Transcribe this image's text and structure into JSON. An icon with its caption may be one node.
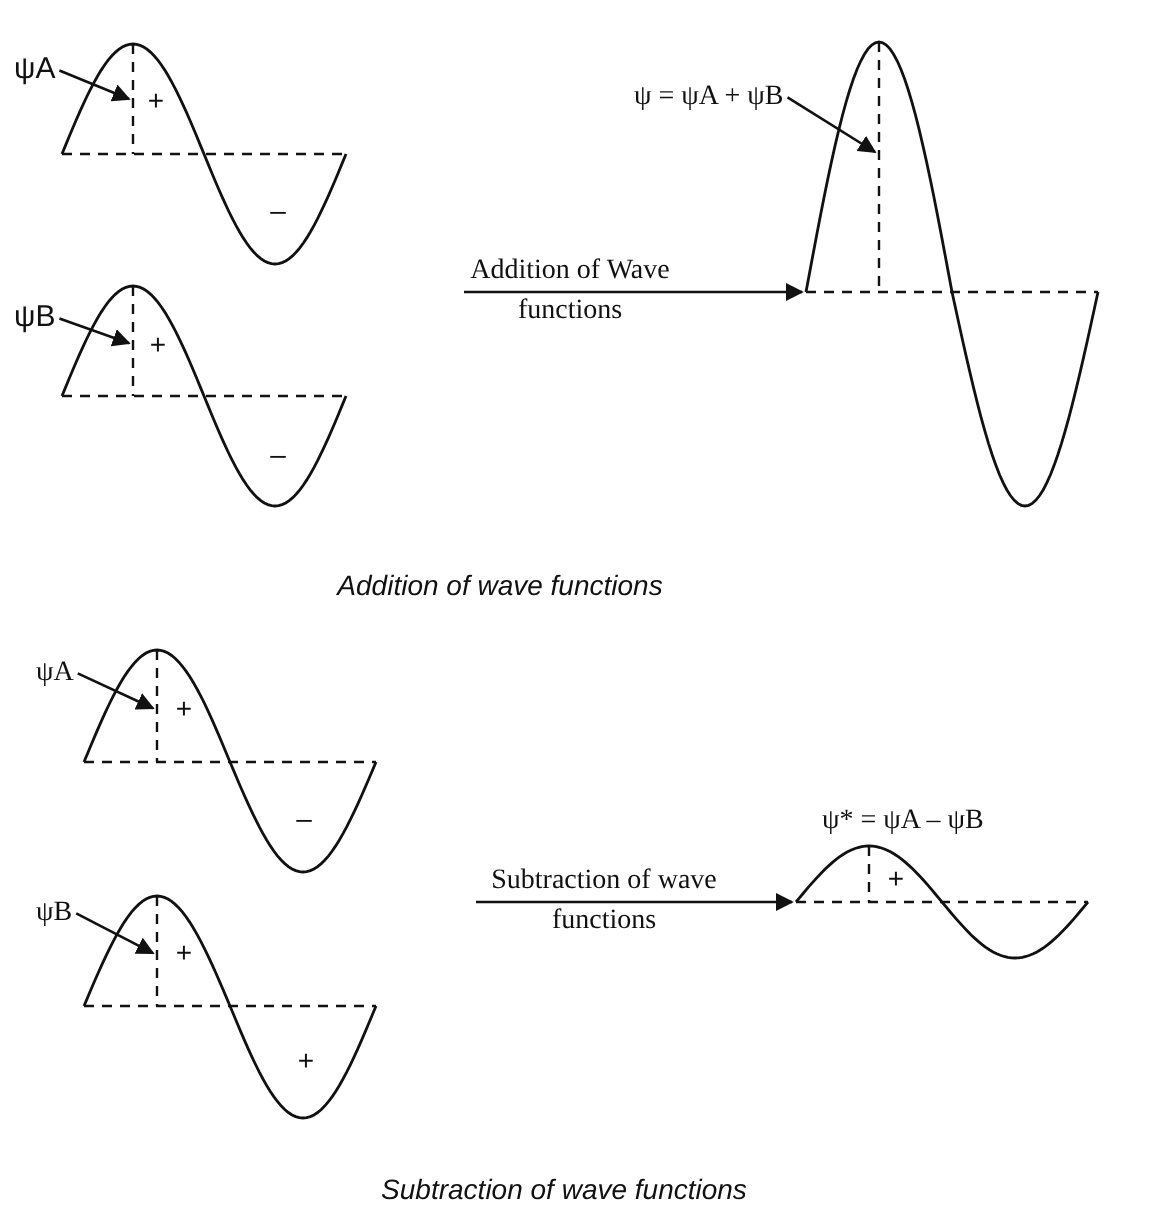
{
  "diagram": {
    "nodes": [
      {
        "text": [
          "ψA"
        ]
      },
      {
        "text": [],
        "shape": "wave"
      },
      {
        "text": [
          "ψB"
        ]
      },
      {
        "text": [],
        "shape": "wave"
      },
      {
        "text": [
          "ψ = ψA + ψB"
        ]
      },
      {
        "text": [],
        "shape": "wave"
      },
      {
        "text": [
          "ψA"
        ]
      },
      {
        "text": [],
        "shape": "wave"
      },
      {
        "text": [
          "ψB"
        ]
      },
      {
        "text": [],
        "shape": "wave"
      },
      {
        "text": [
          "ψ* = ψA – ψB"
        ]
      },
      {
        "text": [],
        "shape": "wave"
      }
    ],
    "edges": [
      {
        "from": 0,
        "to": 1,
        "arrow": "to"
      },
      {
        "from": 2,
        "to": 3,
        "arrow": "to"
      },
      {
        "from": 4,
        "to": 5,
        "arrow": "to"
      },
      {
        "from": null,
        "to": 5,
        "arrow": "to",
        "label": "Addition of Wave functions"
      },
      {
        "from": 6,
        "to": 7,
        "arrow": "to"
      },
      {
        "from": 8,
        "to": 9,
        "arrow": "to"
      },
      {
        "from": null,
        "to": 11,
        "arrow": "to",
        "label": "Subtraction of wave functions"
      }
    ],
    "labels": [
      "+",
      "–",
      "+",
      "–",
      "Addition of wave functions",
      "+",
      "–",
      "+",
      "+",
      "+",
      "Subtraction of wave functions"
    ]
  }
}
